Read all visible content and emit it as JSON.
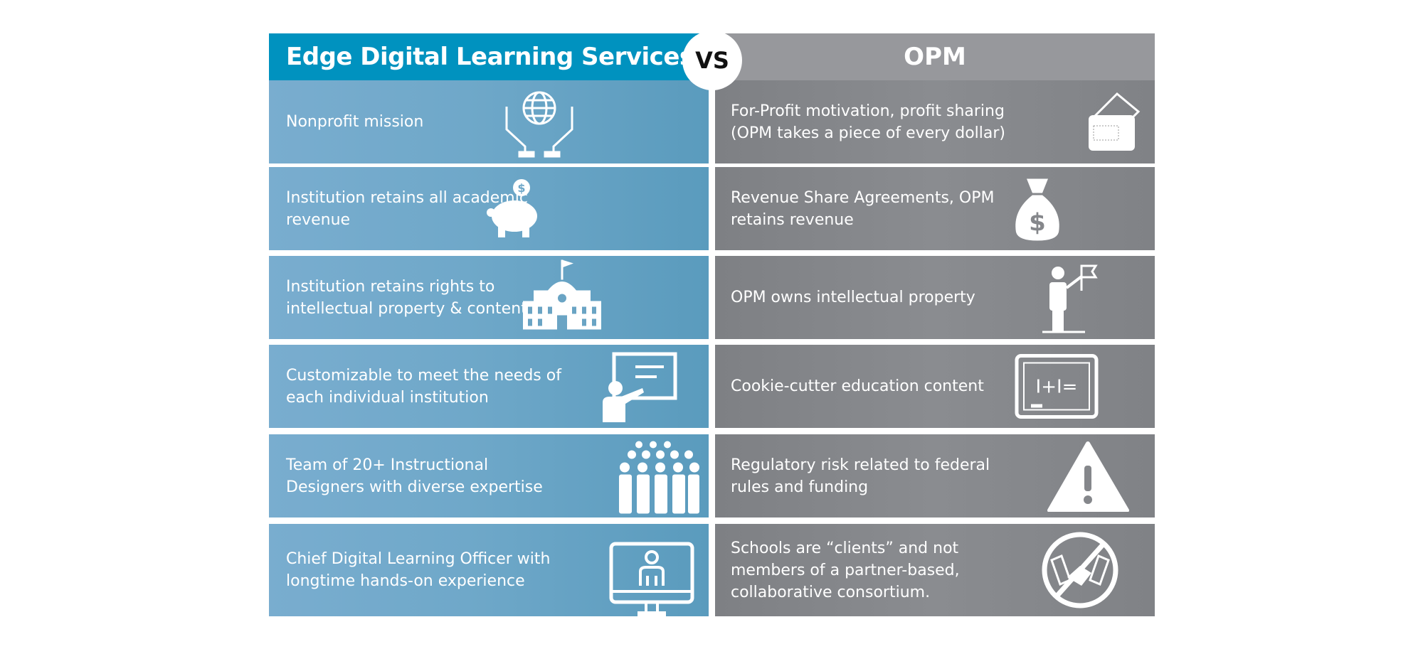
{
  "header": {
    "left_title": "Edge Digital Learning Services",
    "vs_label": "VS",
    "right_title": "OPM"
  },
  "rows": [
    {
      "left": "Nonprofit mission",
      "left_icon": "globe-in-hands-icon",
      "right": "For-Profit motivation, profit sharing (OPM takes a piece of every dollar)",
      "right_icon": "wallet-icon"
    },
    {
      "left": "Institution retains all academic revenue",
      "left_icon": "piggy-bank-icon",
      "right": "Revenue Share Agreements, OPM retains revenue",
      "right_icon": "money-bag-icon"
    },
    {
      "left": "Institution retains rights to intellectual property & content",
      "left_icon": "institution-building-icon",
      "right": "OPM owns intellectual property",
      "right_icon": "person-flag-icon"
    },
    {
      "left": "Customizable to meet the needs of each individual institution",
      "left_icon": "teacher-board-icon",
      "right": "Cookie-cutter education content",
      "right_icon": "chalkboard-icon"
    },
    {
      "left": "Team of 20+ Instructional Designers with diverse expertise",
      "left_icon": "team-icon",
      "right": "Regulatory risk related to federal rules and funding",
      "right_icon": "warning-icon"
    },
    {
      "left": "Chief Digital Learning Officer with longtime hands-on experience",
      "left_icon": "monitor-person-icon",
      "right": "Schools are “clients” and not members of a partner-based, collaborative consortium.",
      "right_icon": "no-handshake-icon"
    }
  ],
  "colors": {
    "edge_blue": "#0092bf",
    "opm_gray": "#97989c"
  }
}
